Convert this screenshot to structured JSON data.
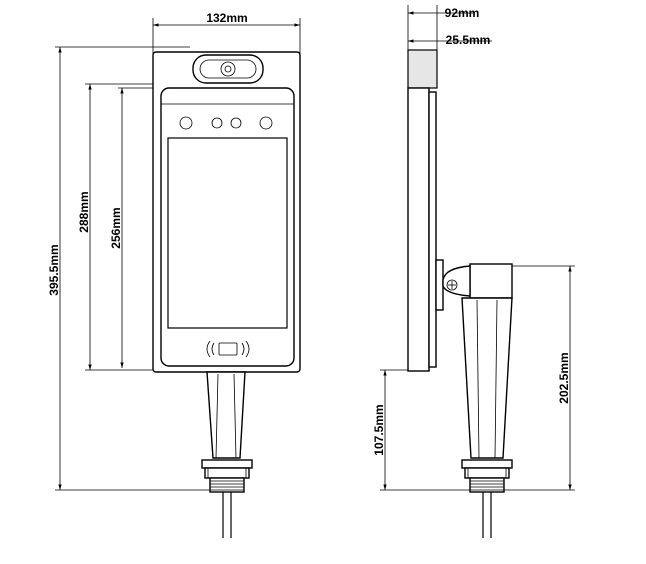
{
  "drawing": {
    "front_view": {
      "width_label": "132mm",
      "total_height_label": "395.5mm",
      "device_height_label": "288mm",
      "panel_height_label": "256mm"
    },
    "side_view": {
      "depth_label": "92mm",
      "camera_depth_label": "25.5mm",
      "mount_height_label": "202.5mm",
      "pole_height_label": "107.5mm"
    }
  }
}
